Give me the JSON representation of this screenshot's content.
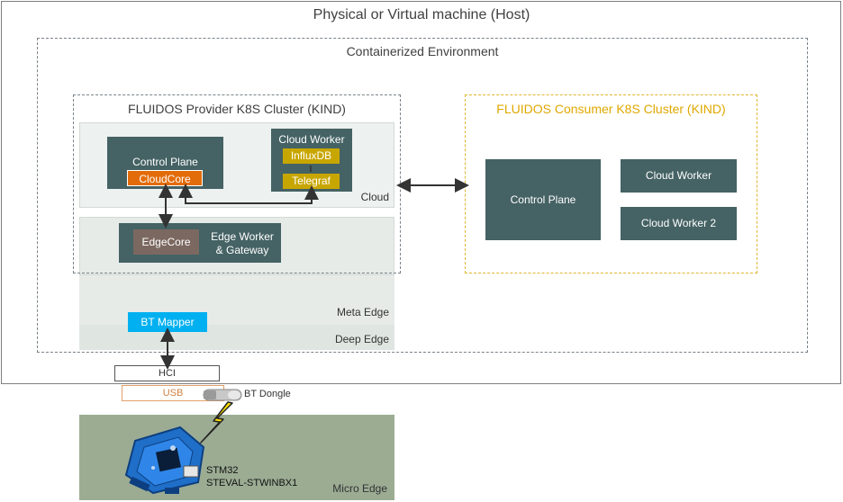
{
  "host": {
    "title": "Physical or Virtual machine (Host)"
  },
  "container": {
    "title": "Containerized Environment"
  },
  "provider": {
    "title": "FLUIDOS Provider K8S Cluster (KIND)",
    "control_plane": "Control Plane",
    "cloudcore": "CloudCore",
    "cloud_worker": "Cloud Worker",
    "influxdb": "InfluxDB",
    "telegraf": "Telegraf",
    "cloud_label": "Cloud",
    "edgecore": "EdgeCore",
    "edge_worker_line1": "Edge Worker",
    "edge_worker_line2": "& Gateway",
    "meta_edge": "Meta Edge",
    "bt_mapper": "BT Mapper",
    "deep_edge": "Deep Edge"
  },
  "consumer": {
    "title": "FLUIDOS Consumer K8S Cluster (KIND)",
    "control_plane": "Control Plane",
    "cloud_worker": "Cloud Worker",
    "cloud_worker_2": "Cloud Worker 2"
  },
  "hardware": {
    "hci": "HCI",
    "usb": "USB",
    "bt_dongle": "BT Dongle",
    "device_line1": "STM32",
    "device_line2": "STEVAL-STWINBX1",
    "micro_edge": "Micro Edge"
  },
  "colors": {
    "dark_teal": "#456264",
    "cloudcore_orange": "#e36c0a",
    "yellow": "#c8a600",
    "edgecore_brown": "#7b6860",
    "bt_blue": "#00b0f0",
    "consumer_border": "#e0b531"
  }
}
